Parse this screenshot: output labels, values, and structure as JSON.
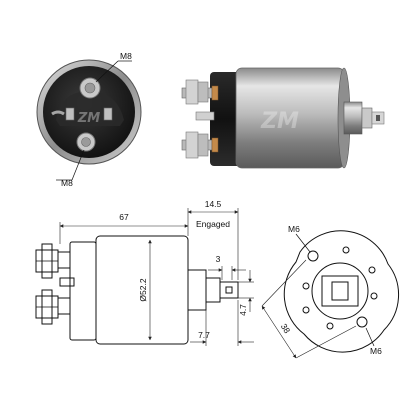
{
  "labels": {
    "top_photo_top_stud": "M8",
    "top_photo_bottom_stud": "M8",
    "dim_length": "67",
    "dim_engaged": "14.5",
    "engaged_note": "Engaged",
    "dim_diameter": "Ø52.2",
    "dim_plunger_width": "3",
    "dim_plunger_height": "4.7",
    "dim_plunger_offset": "7.7",
    "flange_top_stud": "M6",
    "flange_bottom_stud": "M6",
    "dim_bolt_spacing": "38"
  },
  "colors": {
    "background": "#ffffff",
    "line": "#111111",
    "metal_light": "#d7d7d7",
    "metal_dark": "#4a4a4a",
    "cap_black": "#1b1b1b",
    "copper": "#b87a3a"
  },
  "icons": {
    "watermark": "zm-logo"
  }
}
